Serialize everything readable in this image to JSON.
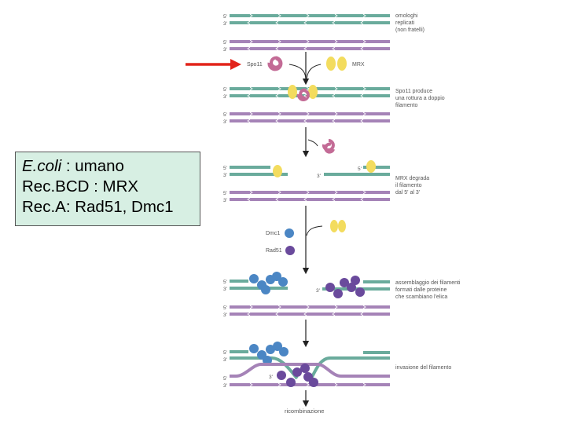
{
  "note": {
    "line1_italic": "E.coli",
    "line1_rest": " : umano",
    "line2": "Rec.BCD : MRX",
    "line3": "Rec.A: Rad51, Dmc1"
  },
  "figure": {
    "end5": "5'",
    "end3": "3'",
    "caption_homologs": [
      "omologhi",
      "replicati",
      "(non fratelli)"
    ],
    "label_spo11": "Spo11",
    "label_mrx": "MRX",
    "caption_break": [
      "Spo11 produce",
      "una rottura a doppio",
      "filamento"
    ],
    "caption_degrade": [
      "MRX degrada",
      "il filamento",
      "dal 5' al 3'"
    ],
    "label_dmc1": "Dmc1",
    "label_rad51": "Rad51",
    "caption_assembly": [
      "assemblaggio dei filamenti",
      "formati dalle proteine",
      "che scambiano l'elica"
    ],
    "caption_invasion": "invasione del filamento",
    "caption_recombination": "ricombinazione"
  },
  "colors": {
    "teal": "#6aab9c",
    "purple": "#a583b7",
    "yellow": "#f3dc5e",
    "magenta": "#c36b96",
    "blue": "#4b86c4",
    "violet": "#6a4a9c",
    "arrow_red": "#e2231a",
    "note_bg": "#d7efe3"
  }
}
